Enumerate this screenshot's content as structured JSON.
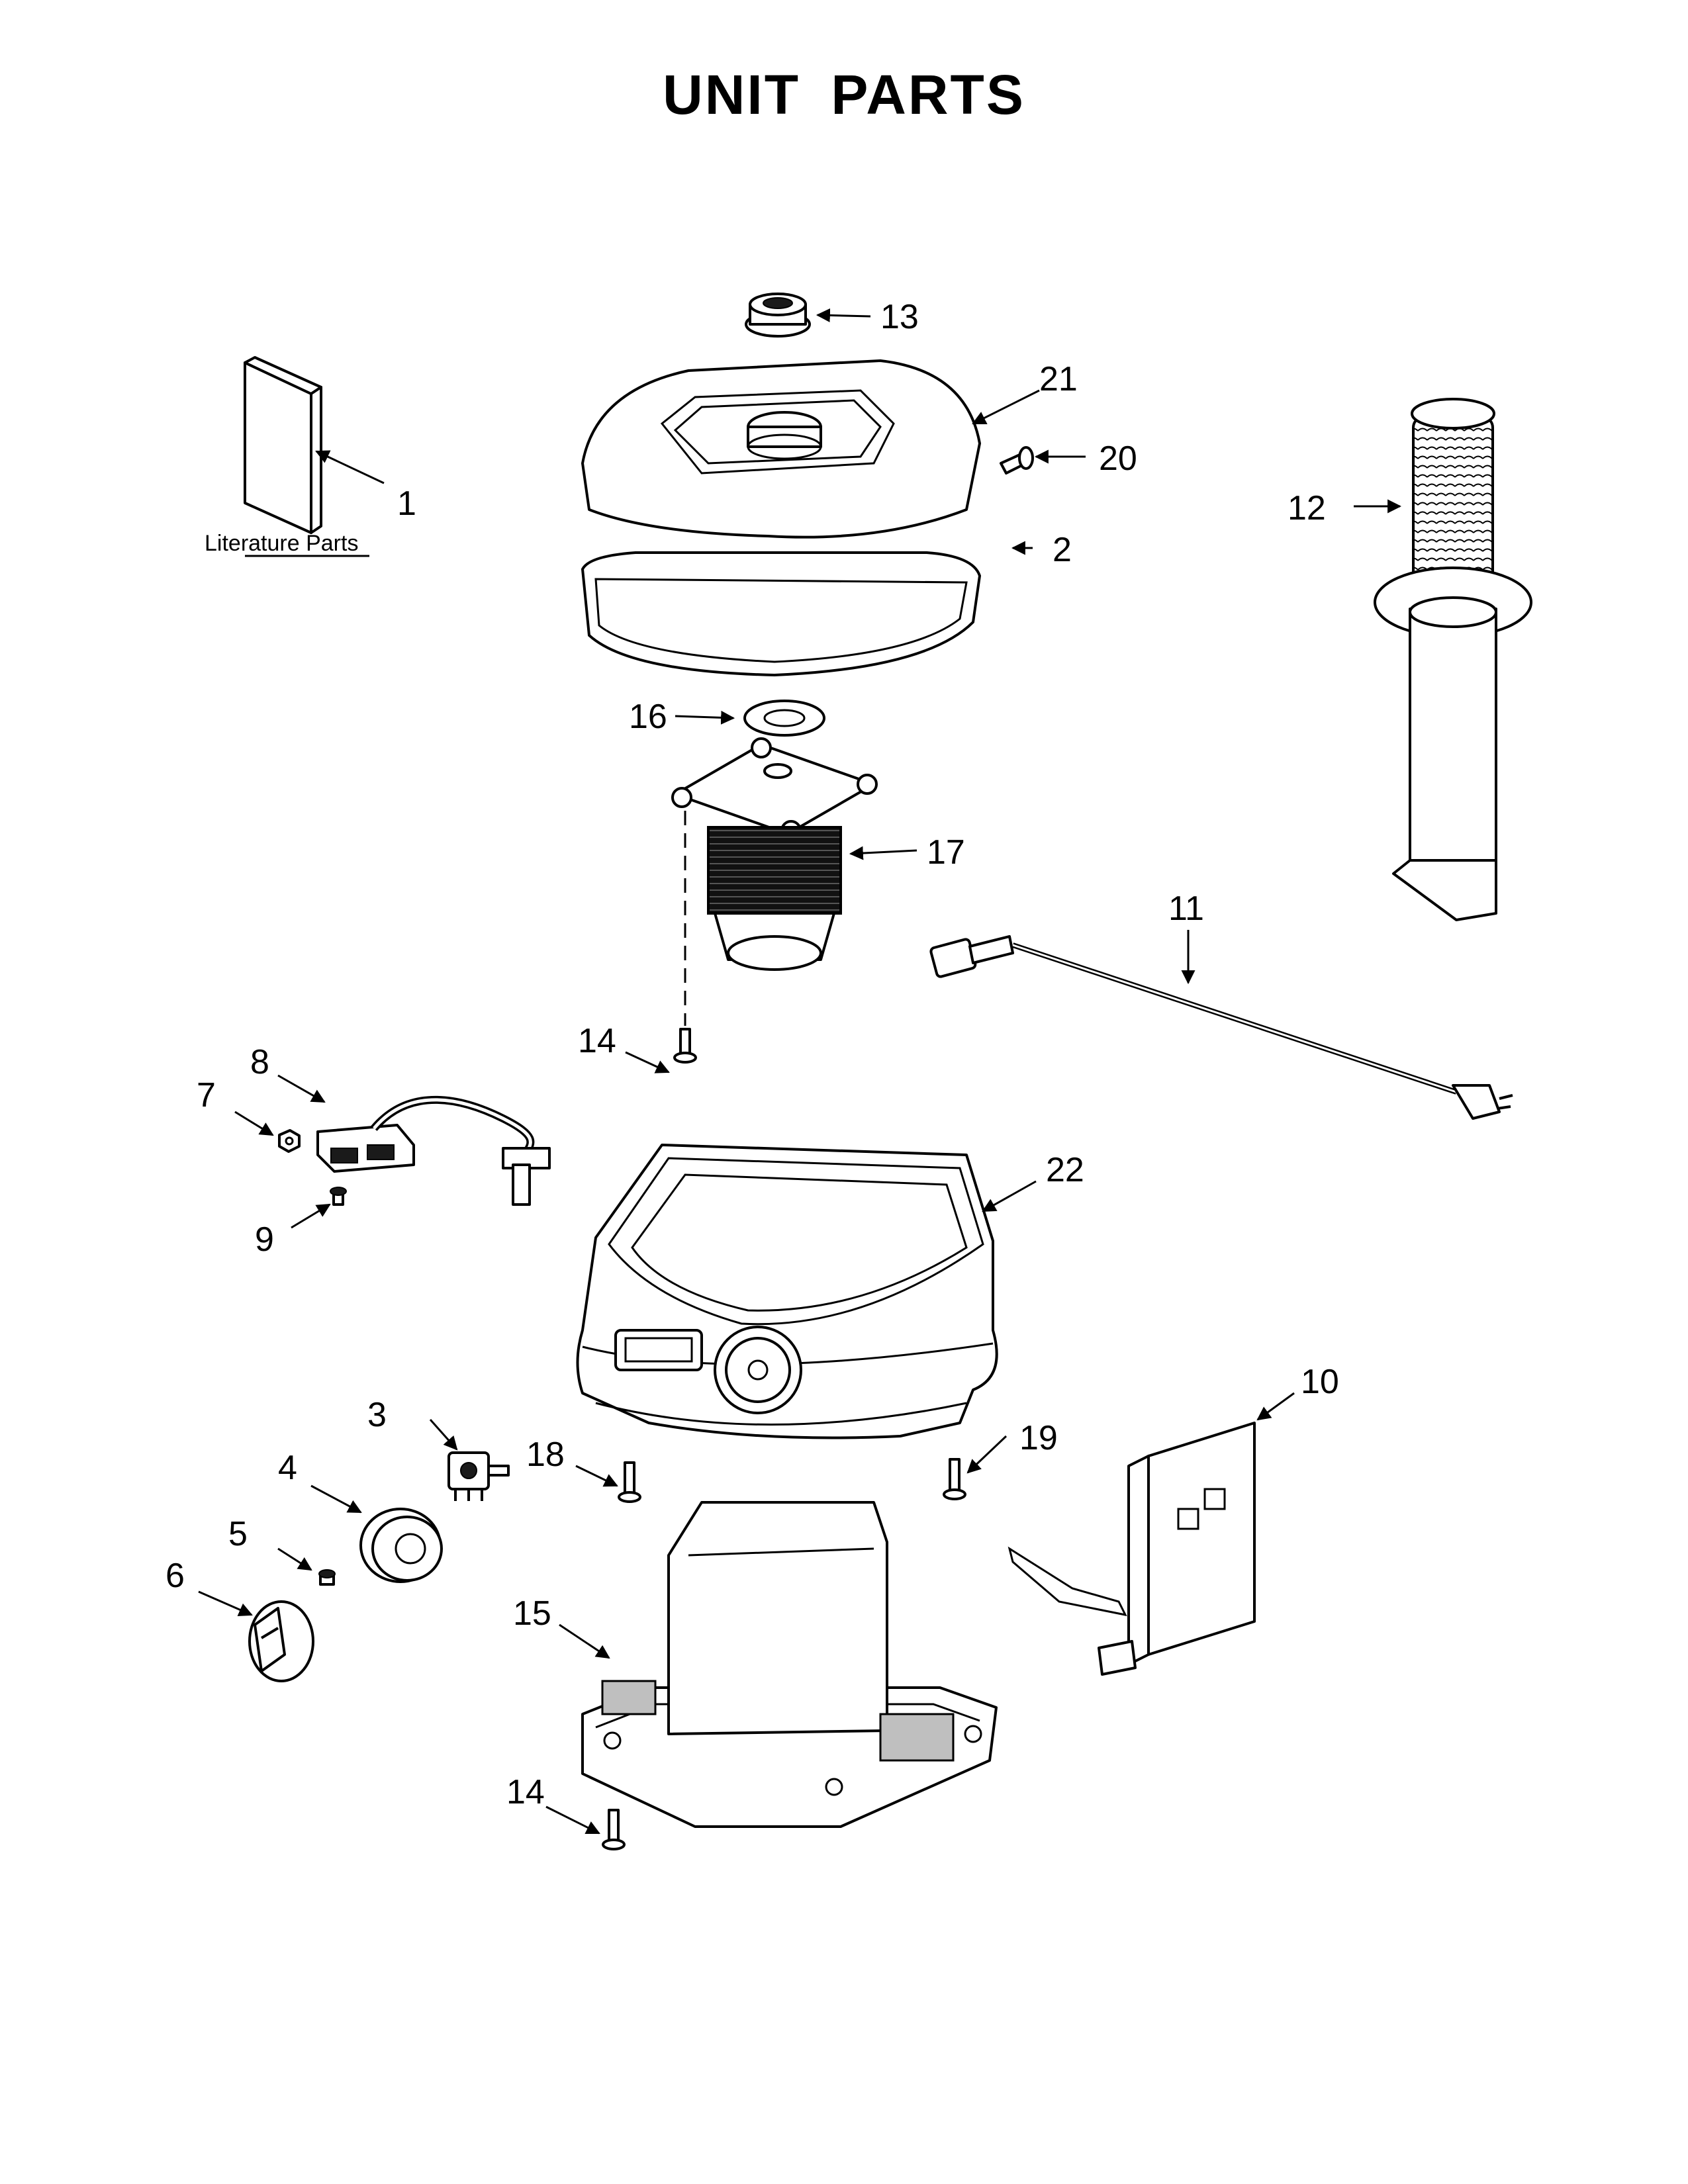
{
  "title": "UNIT PARTS",
  "literature_label": "Literature Parts",
  "callouts": [
    "1",
    "2",
    "3",
    "4",
    "5",
    "6",
    "7",
    "8",
    "9",
    "10",
    "11",
    "12",
    "13",
    "14",
    "14",
    "15",
    "16",
    "17",
    "18",
    "19",
    "20",
    "21",
    "22"
  ]
}
